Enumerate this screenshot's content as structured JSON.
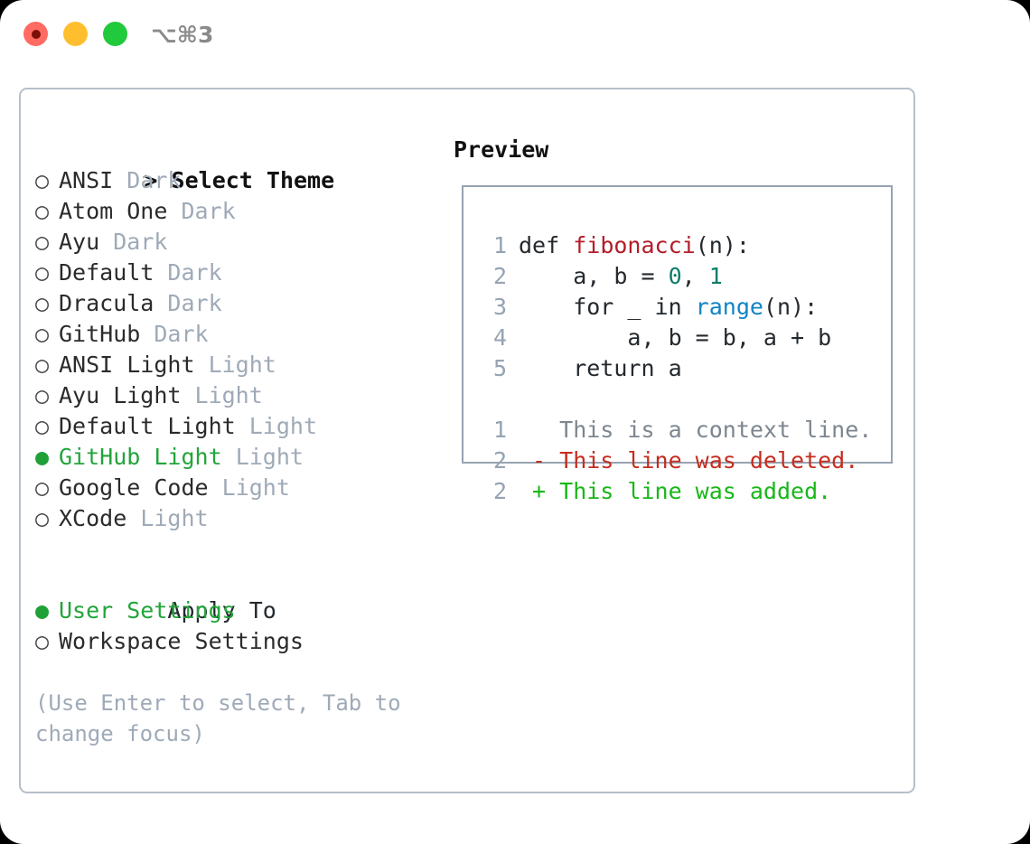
{
  "titlebar": {
    "shortcut": "⌥⌘3",
    "buttons": [
      {
        "name": "close",
        "color": "#FF6B62"
      },
      {
        "name": "minimize",
        "color": "#FFBE2E"
      },
      {
        "name": "maximize",
        "color": "#21C93C"
      }
    ]
  },
  "theme_section": {
    "prompt": ">",
    "header": "Select Theme",
    "items": [
      {
        "marker": "○",
        "label": "ANSI",
        "badge": "Dark",
        "selected": false
      },
      {
        "marker": "○",
        "label": "Atom One",
        "badge": "Dark",
        "selected": false
      },
      {
        "marker": "○",
        "label": "Ayu",
        "badge": "Dark",
        "selected": false
      },
      {
        "marker": "○",
        "label": "Default",
        "badge": "Dark",
        "selected": false
      },
      {
        "marker": "○",
        "label": "Dracula",
        "badge": "Dark",
        "selected": false
      },
      {
        "marker": "○",
        "label": "GitHub",
        "badge": "Dark",
        "selected": false
      },
      {
        "marker": "○",
        "label": "ANSI Light",
        "badge": "Light",
        "selected": false
      },
      {
        "marker": "○",
        "label": "Ayu Light",
        "badge": "Light",
        "selected": false
      },
      {
        "marker": "○",
        "label": "Default Light",
        "badge": "Light",
        "selected": false
      },
      {
        "marker": "●",
        "label": "GitHub Light",
        "badge": "Light",
        "selected": true
      },
      {
        "marker": "○",
        "label": "Google Code",
        "badge": "Light",
        "selected": false
      },
      {
        "marker": "○",
        "label": "XCode",
        "badge": "Light",
        "selected": false
      }
    ]
  },
  "apply_section": {
    "header": "Apply To",
    "items": [
      {
        "marker": "●",
        "label": "User Settings",
        "selected": true
      },
      {
        "marker": "○",
        "label": "Workspace Settings",
        "selected": false
      }
    ]
  },
  "hint": "(Use Enter to select, Tab to\nchange focus)",
  "preview": {
    "title": "Preview",
    "code_lines": [
      {
        "no": "1",
        "tokens": [
          {
            "t": "def ",
            "c": "plain"
          },
          {
            "t": "fibonacci",
            "c": "fn"
          },
          {
            "t": "(n):",
            "c": "plain"
          }
        ]
      },
      {
        "no": "2",
        "tokens": [
          {
            "t": "    a, b = ",
            "c": "plain"
          },
          {
            "t": "0",
            "c": "num"
          },
          {
            "t": ", ",
            "c": "plain"
          },
          {
            "t": "1",
            "c": "num"
          }
        ]
      },
      {
        "no": "3",
        "tokens": [
          {
            "t": "    for _ in ",
            "c": "plain"
          },
          {
            "t": "range",
            "c": "builtin"
          },
          {
            "t": "(n):",
            "c": "plain"
          }
        ]
      },
      {
        "no": "4",
        "tokens": [
          {
            "t": "        a, b = b, a + b",
            "c": "plain"
          }
        ]
      },
      {
        "no": "5",
        "tokens": [
          {
            "t": "    return a",
            "c": "plain"
          }
        ]
      },
      {
        "no": "",
        "tokens": [
          {
            "t": " ",
            "c": "plain"
          }
        ]
      },
      {
        "no": "1",
        "tokens": [
          {
            "t": "   This is a context line.",
            "c": "diff-ctx"
          }
        ]
      },
      {
        "no": "2",
        "tokens": [
          {
            "t": " - This line was deleted.",
            "c": "diff-del"
          }
        ]
      },
      {
        "no": "2",
        "tokens": [
          {
            "t": " + This line was added.",
            "c": "diff-add"
          }
        ]
      }
    ]
  },
  "colors": {
    "accent_green": "#22A53A",
    "muted_blue_gray": "#9FAAB7",
    "panel_border": "#B6BFCA",
    "preview_border": "#96A3B2",
    "diff_deleted": "#C52D1F",
    "diff_added": "#18B718",
    "syntax_function": "#B31D28",
    "syntax_number": "#0E7C6B",
    "syntax_builtin": "#1184C4"
  }
}
